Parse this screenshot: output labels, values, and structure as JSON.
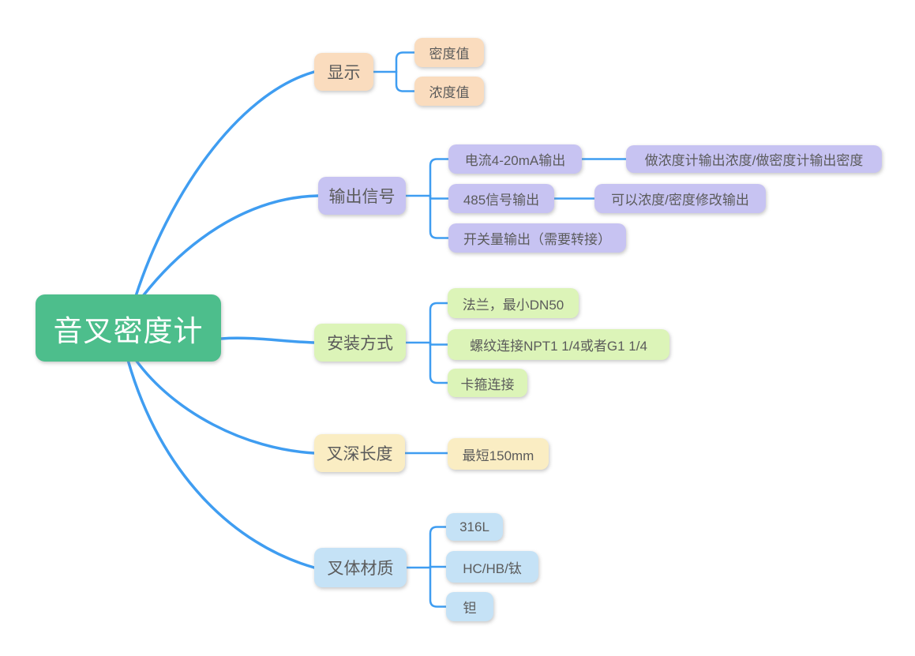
{
  "diagram": {
    "type": "mindmap",
    "background": "#ffffff",
    "line_color": "#3F9DF1",
    "text_color": "#5B5B5B",
    "root": {
      "label": "音叉密度计",
      "fill": "#4DBE8C",
      "text_color": "#ffffff"
    },
    "branches": [
      {
        "label": "显示",
        "fill": "#FADCBE",
        "children": [
          {
            "label": "密度值"
          },
          {
            "label": "浓度值"
          }
        ]
      },
      {
        "label": "输出信号",
        "fill": "#C7C3F2",
        "children": [
          {
            "label": "电流4-20mA输出",
            "children": [
              {
                "label": "做浓度计输出浓度/做密度计输出密度"
              }
            ]
          },
          {
            "label": "485信号输出",
            "children": [
              {
                "label": "可以浓度/密度修改输出"
              }
            ]
          },
          {
            "label": "开关量输出（需要转接）"
          }
        ]
      },
      {
        "label": "安装方式",
        "fill": "#DCF4B8",
        "children": [
          {
            "label": "法兰，最小DN50"
          },
          {
            "label": "螺纹连接NPT1 1/4或者G1 1/4"
          },
          {
            "label": "卡箍连接"
          }
        ]
      },
      {
        "label": "叉深长度",
        "fill": "#FAEDC3",
        "children": [
          {
            "label": "最短150mm"
          }
        ]
      },
      {
        "label": "叉体材质",
        "fill": "#C5E2F6",
        "children": [
          {
            "label": "316L"
          },
          {
            "label": "HC/HB/钛"
          },
          {
            "label": "钽"
          }
        ]
      }
    ]
  }
}
